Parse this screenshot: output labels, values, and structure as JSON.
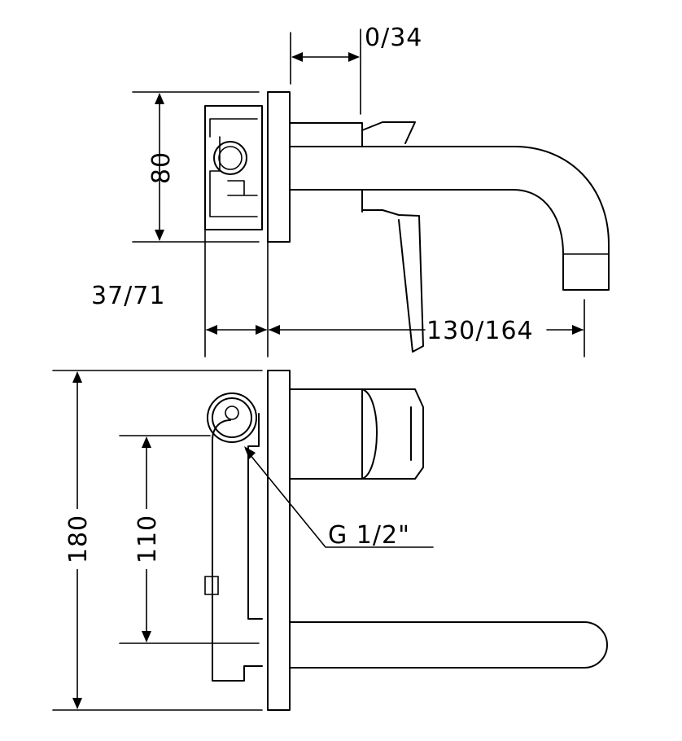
{
  "dimensions": {
    "offset_top": "0/34",
    "height_top": "80",
    "depth_body": "37/71",
    "spout_reach": "130/164",
    "total_height": "180",
    "inlet_spacing": "110",
    "thread": "G 1/2\""
  },
  "colors": {
    "line": "#000000",
    "background": "#ffffff"
  }
}
